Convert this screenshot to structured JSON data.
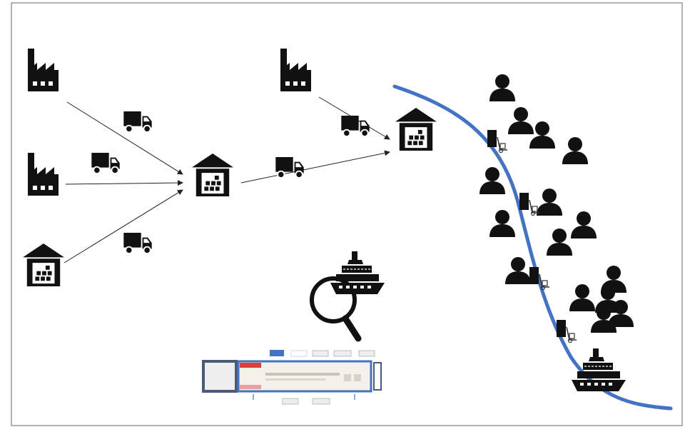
{
  "colors": {
    "frame": "#666666",
    "icon": "#111111",
    "arrow": "#222222",
    "delivery_route": "#4472c4",
    "ui_accent": "#4472c4",
    "ui_red": "#e03c3c",
    "background": "#ffffff"
  },
  "icons": {
    "factory": "factory-icon",
    "warehouse": "warehouse-icon",
    "truck": "delivery-truck-icon",
    "person": "person-icon",
    "courier": "courier-handcart-icon",
    "ship": "cruise-ship-icon",
    "search": "magnifier-icon"
  },
  "nodes": {
    "factories": 3,
    "source_warehouses": 1,
    "distribution_centers": 2,
    "customers": 17,
    "couriers": 4
  },
  "mini_ui": {
    "tabs": [
      "",
      "",
      "",
      "",
      ""
    ],
    "buttons": [
      "",
      ""
    ]
  }
}
